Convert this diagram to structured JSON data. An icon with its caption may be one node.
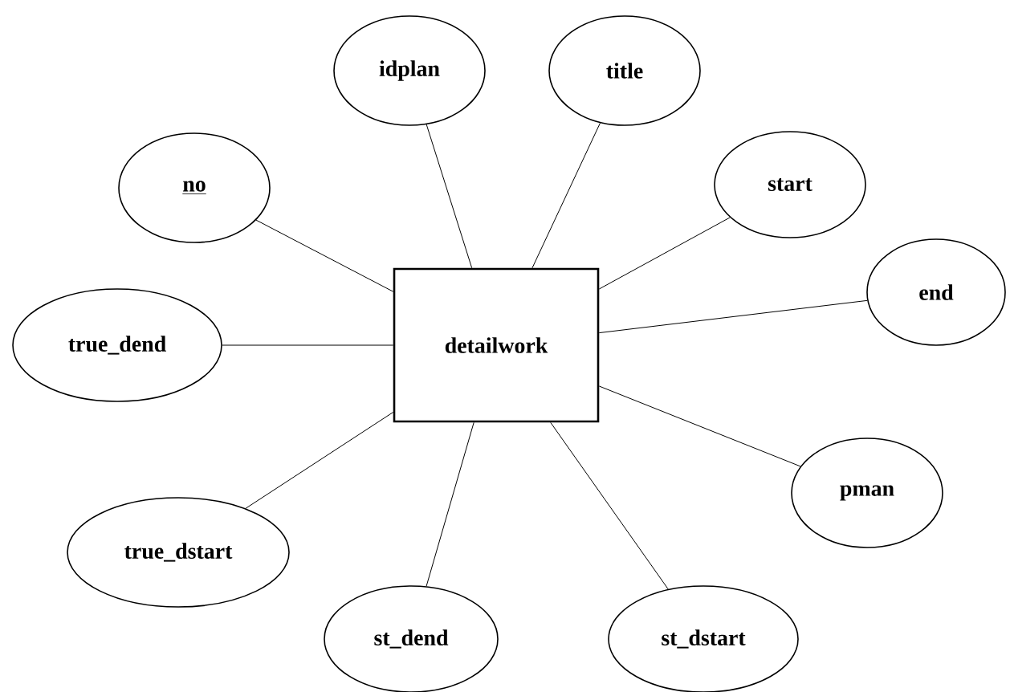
{
  "diagram": {
    "nodes": [
      {
        "text": [
          "idplan"
        ]
      },
      {
        "text": [
          "title"
        ]
      },
      {
        "text": [
          "no"
        ]
      },
      {
        "text": [
          "start"
        ]
      },
      {
        "text": [
          "end"
        ]
      },
      {
        "text": [
          "true_dend"
        ]
      },
      {
        "text": [
          "detailwork"
        ]
      },
      {
        "text": [
          "pman"
        ]
      },
      {
        "text": [
          "true_dstart"
        ]
      },
      {
        "text": [
          "st_dend"
        ]
      },
      {
        "text": [
          "st_dstart"
        ]
      }
    ],
    "edges": [
      {
        "from": 6,
        "to": 0,
        "arrow": "none"
      },
      {
        "from": 6,
        "to": 1,
        "arrow": "none"
      },
      {
        "from": 6,
        "to": 2,
        "arrow": "none"
      },
      {
        "from": 6,
        "to": 3,
        "arrow": "none"
      },
      {
        "from": 6,
        "to": 4,
        "arrow": "none"
      },
      {
        "from": 6,
        "to": 5,
        "arrow": "none"
      },
      {
        "from": 6,
        "to": 7,
        "arrow": "none"
      },
      {
        "from": 6,
        "to": 8,
        "arrow": "none"
      },
      {
        "from": 6,
        "to": 9,
        "arrow": "none"
      },
      {
        "from": 6,
        "to": 10,
        "arrow": "none"
      }
    ]
  }
}
